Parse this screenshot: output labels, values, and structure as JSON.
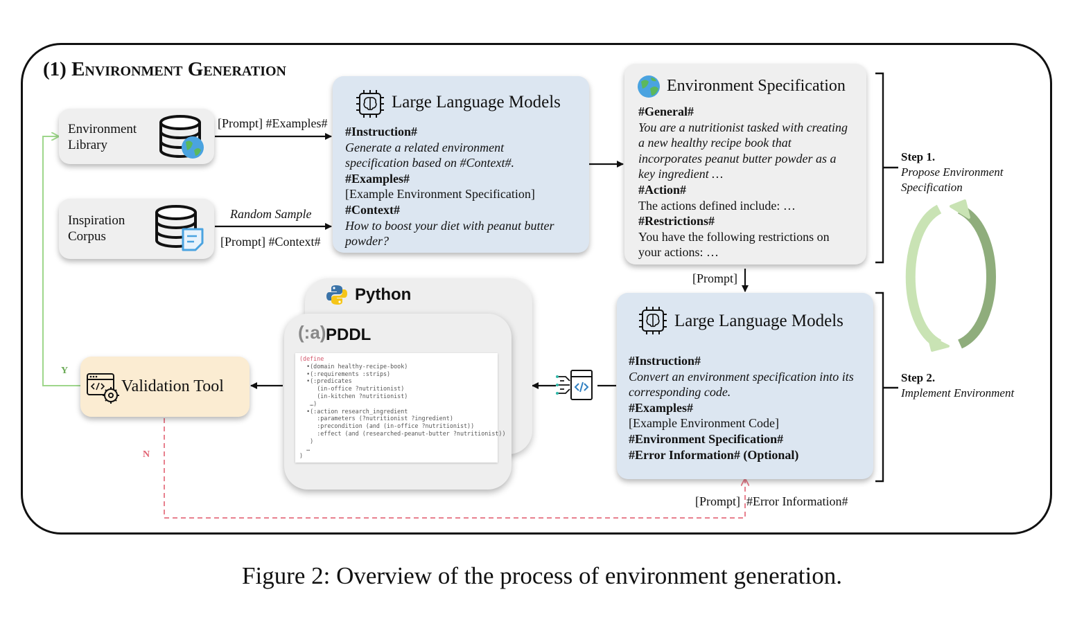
{
  "section_title": "(1) Environment Generation",
  "environment_library": {
    "label_line1": "Environment",
    "label_line2": "Library"
  },
  "inspiration_corpus": {
    "label_line1": "Inspiration",
    "label_line2": "Corpus"
  },
  "edges": {
    "prompt_examples": "[Prompt] #Examples#",
    "random_sample": "Random Sample",
    "prompt_context": "[Prompt] #Context#",
    "prompt": "[Prompt]",
    "prompt_error": "[Prompt]  #Error Information#",
    "yes": "Y",
    "no": "N"
  },
  "llm1": {
    "title": "Large Language Models",
    "lines": [
      {
        "text": "#Instruction#",
        "style": "bold"
      },
      {
        "text": "Generate a related environment",
        "style": "italic"
      },
      {
        "text": "specification based on #Context#.",
        "style": "italic"
      },
      {
        "text": "#Examples#",
        "style": "bold"
      },
      {
        "text": "[Example Environment Specification]",
        "style": "normal"
      },
      {
        "text": "#Context#",
        "style": "bold"
      },
      {
        "text": "How to boost your diet with peanut butter",
        "style": "italic"
      },
      {
        "text": "powder?",
        "style": "italic"
      }
    ]
  },
  "env_spec": {
    "title": "Environment Specification",
    "lines": [
      {
        "text": "#General#",
        "style": "bold"
      },
      {
        "text": "You are a nutritionist tasked with creating",
        "style": "italic"
      },
      {
        "text": "a new healthy recipe book that",
        "style": "italic"
      },
      {
        "text": "incorporates peanut butter powder as a",
        "style": "italic"
      },
      {
        "text": "key ingredient …",
        "style": "italic"
      },
      {
        "text": "#Action#",
        "style": "bold"
      },
      {
        "text": "The actions defined include: …",
        "style": "normal"
      },
      {
        "text": "#Restrictions#",
        "style": "bold"
      },
      {
        "text": "You have the following restrictions on",
        "style": "normal"
      },
      {
        "text": "your actions: …",
        "style": "normal"
      }
    ]
  },
  "llm2": {
    "title": "Large Language Models",
    "lines": [
      {
        "text": "#Instruction#",
        "style": "bold"
      },
      {
        "text": "Convert an environment specification into its",
        "style": "italic"
      },
      {
        "text": "corresponding code.",
        "style": "italic"
      },
      {
        "text": "#Examples#",
        "style": "bold"
      },
      {
        "text": "[Example Environment Code]",
        "style": "normal"
      },
      {
        "text": "#Environment Specification#",
        "style": "bold"
      },
      {
        "text": "#Error Information# (Optional)",
        "style": "bold"
      }
    ]
  },
  "python_label": "Python",
  "pddl_icon_text": "(:a)",
  "pddl_label": "PDDL",
  "code_lines": [
    "(define",
    "  •(domain healthy-recipe-book)",
    "  •(:requirements :strips)",
    "  •(:predicates",
    "     (in-office ?nutritionist)",
    "     (in-kitchen ?nutritionist)",
    "   …)",
    "  •(:action research_ingredient",
    "     :parameters (?nutritionist ?ingredient)",
    "     :precondition (and (in-office ?nutritionist))",
    "     :effect (and (researched-peanut-butter ?nutritionist))",
    "   )",
    "  …",
    ")"
  ],
  "validation_tool": {
    "label": "Validation Tool"
  },
  "step1": {
    "title": "Step 1.",
    "line1": "Propose Environment",
    "line2": "Specification"
  },
  "step2": {
    "title": "Step 2.",
    "line1": "Implement Environment"
  },
  "caption": "Figure 2: Overview of the process of environment generation.",
  "icons": [
    "database-globe-icon",
    "database-note-icon",
    "chip-brain-icon",
    "globe-icon",
    "python-logo-icon",
    "pddl-logo-icon",
    "code-converter-icon",
    "validation-gear-icon",
    "cycle-arrows-icon"
  ],
  "colors": {
    "llm_box": "#dce6f1",
    "grey_box": "#efefef",
    "validation_box": "#fbecd2",
    "yes_arrow": "#9ed68b",
    "no_arrow": "#e8808e",
    "cycle_light": "#c9e3b4",
    "cycle_dark": "#8fad7c"
  }
}
